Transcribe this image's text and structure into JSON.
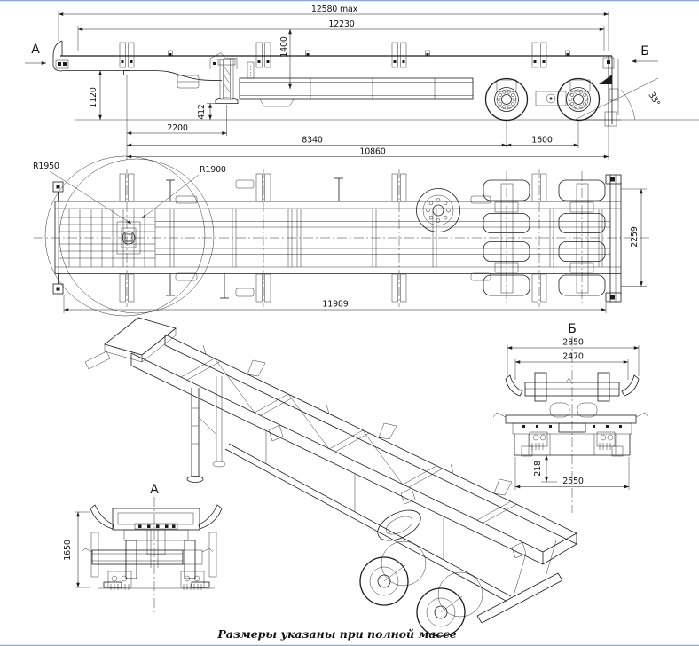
{
  "page": {
    "background": "#ffffff",
    "line_color": "#1c1c1c",
    "edge_line_color": "#8ea8d8"
  },
  "caption": "Размеры указаны при полной массе",
  "side_view": {
    "section_label_a": "А",
    "section_label_b": "Б",
    "dim_overall_max": "12580 max",
    "dim_overall": "12230",
    "dim_front_height": "1400",
    "dim_deck_height": "1120",
    "dim_leg_clearance": "412",
    "dim_kingpin_to_leg": "2200",
    "dim_kingpin_to_axle1": "8340",
    "dim_axle_spacing": "1600",
    "dim_kingpin_to_rear": "10860",
    "dim_departure_angle": "33°"
  },
  "plan_view": {
    "dim_radius_front": "R1950",
    "dim_radius_rear": "R1900",
    "dim_width": "2259",
    "dim_frame_length": "11989"
  },
  "front_view": {
    "label": "А",
    "dim_height": "1650"
  },
  "rear_view": {
    "label": "Б",
    "dim_width_overall": "2850",
    "dim_width_bolster": "2470",
    "dim_ground_clearance": "218",
    "dim_width_tires": "2550"
  }
}
